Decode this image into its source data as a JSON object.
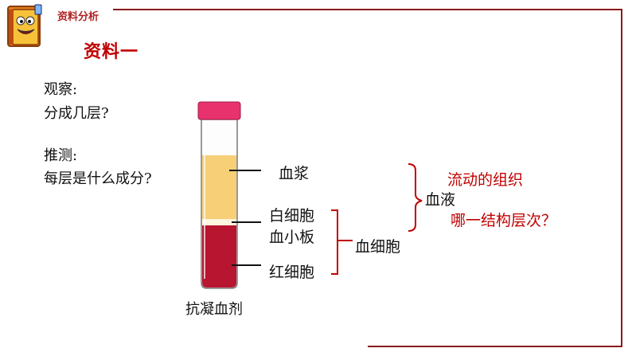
{
  "header": {
    "label": "资料分析",
    "logo": "book-mascot-icon"
  },
  "title": "资料一",
  "questions": {
    "observe_heading": "观察:",
    "observe_question": "分成几层?",
    "infer_heading": "推测:",
    "infer_question": "每层是什么成分?"
  },
  "tube": {
    "caption": "抗凝血剂",
    "colors": {
      "cap": "#e8326e",
      "plasma": "#f7cf76",
      "buffy": "#fff6df",
      "cells": "#b71530"
    }
  },
  "labels": {
    "plasma": "血浆",
    "white_cells": "白细胞",
    "platelets": "血小板",
    "red_cells": "红细胞",
    "blood_cells": "血细胞",
    "blood": "血液"
  },
  "annotations": {
    "flowing_tissue": "流动的组织",
    "which_level": "哪一结构层次？"
  },
  "colors": {
    "accent": "#c00000",
    "frame": "#8b1a1a"
  }
}
